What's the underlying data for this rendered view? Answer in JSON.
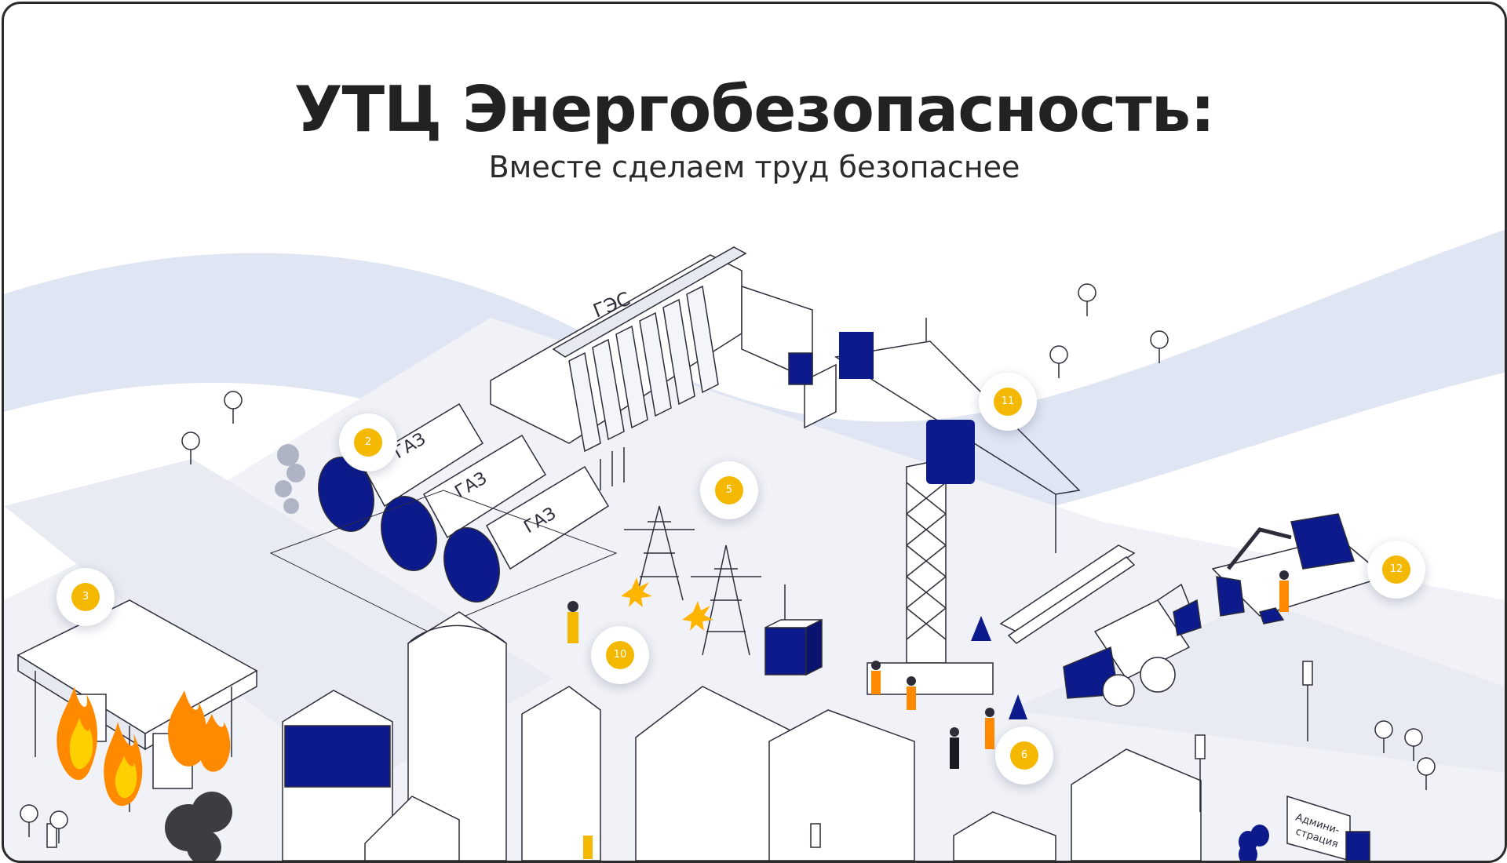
{
  "header": {
    "title": "УТЦ Энергобезопасность:",
    "subtitle": "Вместе сделаем труд безопаснее"
  },
  "scene": {
    "dam_label": "ГЭС",
    "tank_label": "ГАЗ",
    "admin_sign": [
      "Админи-",
      "страция"
    ]
  },
  "markers": [
    {
      "id": "2",
      "label": "2"
    },
    {
      "id": "3",
      "label": "3"
    },
    {
      "id": "5",
      "label": "5"
    },
    {
      "id": "6",
      "label": "6"
    },
    {
      "id": "10",
      "label": "10"
    },
    {
      "id": "11",
      "label": "11"
    },
    {
      "id": "12",
      "label": "12"
    }
  ],
  "colors": {
    "navy": "#0c1a8c",
    "river": "#dfe5f2",
    "ground": "#eef0f5",
    "line": "#2d2d3a",
    "marker": "#f5b800",
    "fire": "#ff8a00"
  }
}
